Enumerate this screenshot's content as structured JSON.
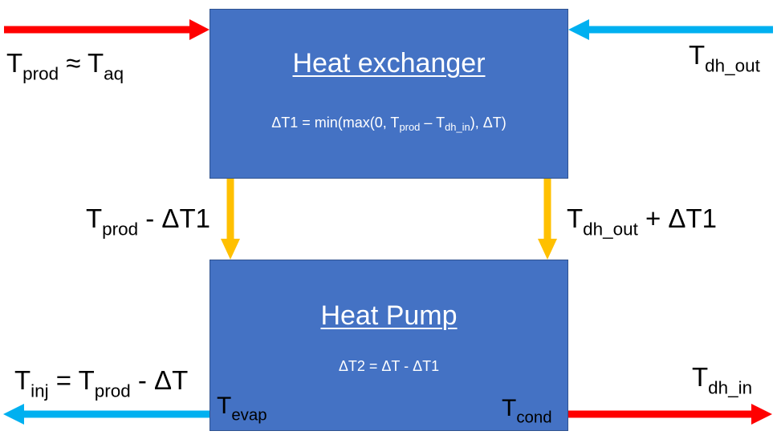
{
  "colors": {
    "box_fill": "#4472c4",
    "box_border": "#2f528f",
    "hot_arrow": "#ff0000",
    "cold_arrow": "#00b0f0",
    "transfer_arrow": "#ffc000"
  },
  "heat_exchanger": {
    "title": "Heat exchanger",
    "formula": {
      "pre": "ΔT1 = min(max(0, T",
      "sub1": "prod",
      "mid": " – T",
      "sub2": "dh_in",
      "post": "), ΔT)"
    }
  },
  "heat_pump": {
    "title": "Heat Pump",
    "formula": "ΔT2 = ΔT - ΔT1",
    "evap": {
      "base": "T",
      "sub": "evap"
    },
    "cond": {
      "base": "T",
      "sub": "cond"
    }
  },
  "labels": {
    "t_prod_aq": {
      "b1": "T",
      "s1": "prod",
      "mid": " ≈ T",
      "s2": "aq"
    },
    "t_dh_out": {
      "base": "T",
      "sub": "dh_out"
    },
    "t_prod_dt1": {
      "base": "T",
      "sub": "prod",
      "post": " - ΔT1"
    },
    "t_dh_out_dt1": {
      "base": "T",
      "sub": "dh_out",
      "post": " + ΔT1"
    },
    "t_inj": {
      "b1": "T",
      "s1": "inj",
      "mid": " = T",
      "s2": "prod",
      "post": " - ΔT"
    },
    "t_dh_in": {
      "base": "T",
      "sub": "dh_in"
    }
  }
}
